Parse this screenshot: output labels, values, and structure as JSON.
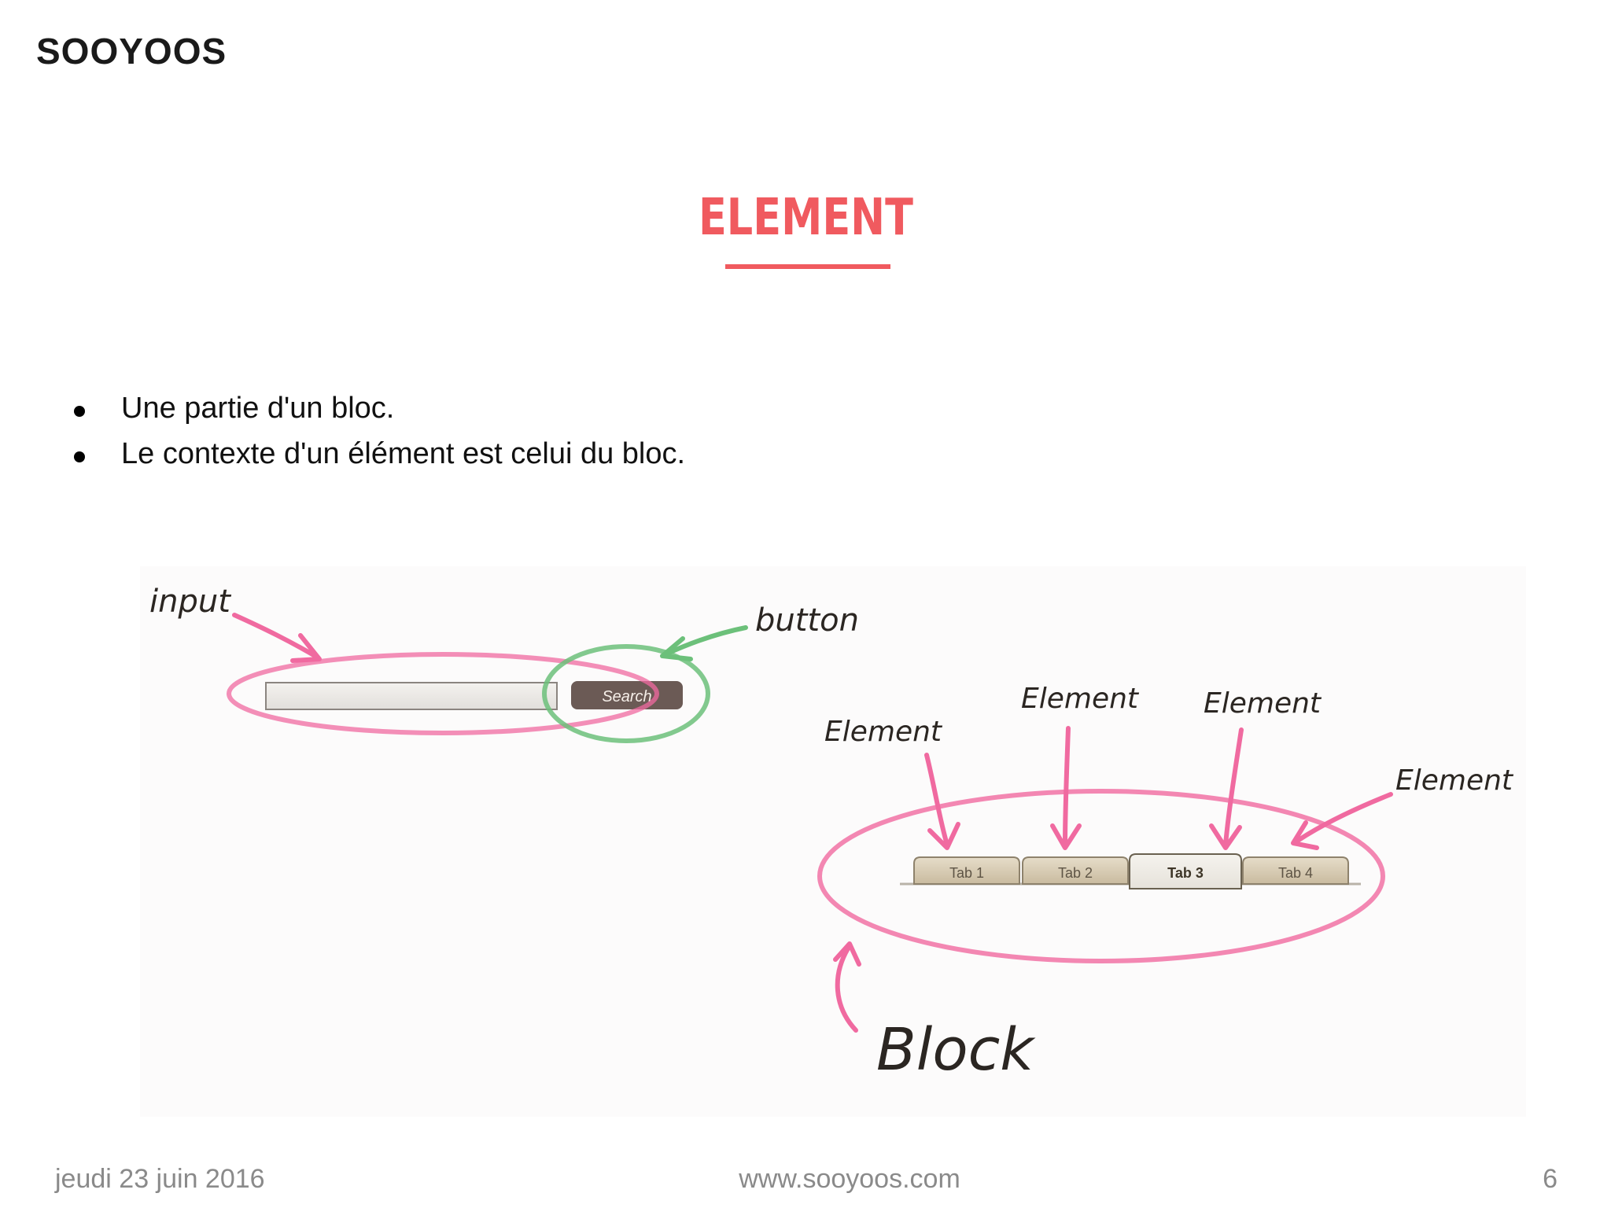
{
  "header": {
    "logo": "SOOYOOS"
  },
  "slide": {
    "title": "ELEMENT",
    "bullets": [
      "Une partie d'un bloc.",
      "Le contexte d'un élément est celui du bloc."
    ]
  },
  "illustration": {
    "labels": {
      "input": "input",
      "button": "button",
      "search_button": "Search",
      "element": "Element",
      "block": "Block"
    },
    "tabs": [
      "Tab 1",
      "Tab 2",
      "Tab 3",
      "Tab 4"
    ],
    "colors": {
      "pink": "#f06aa0",
      "green": "#6cc07a",
      "button": "#6b5a55",
      "tab": "#d6ccb8"
    }
  },
  "footer": {
    "date": "jeudi 23 juin 2016",
    "url": "www.sooyoos.com",
    "page": "6"
  }
}
